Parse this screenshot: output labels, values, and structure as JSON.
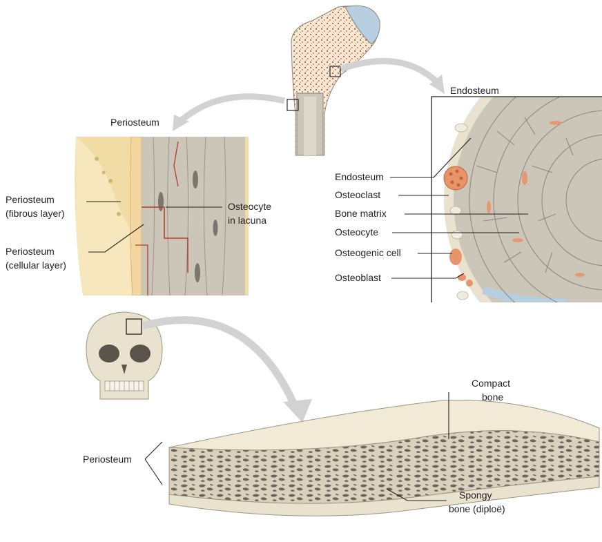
{
  "labels": {
    "periosteum_top": "Periosteum",
    "endosteum_top": "Endosteum",
    "periosteum_fibrous_1": "Periosteum",
    "periosteum_fibrous_2": "(fibrous layer)",
    "periosteum_cellular_1": "Periosteum",
    "periosteum_cellular_2": "(cellular layer)",
    "osteocyte_lacuna_1": "Osteocyte",
    "osteocyte_lacuna_2": "in lacuna",
    "endosteum": "Endosteum",
    "osteoclast": "Osteoclast",
    "bone_matrix": "Bone matrix",
    "osteocyte": "Osteocyte",
    "osteogenic_cell": "Osteogenic cell",
    "osteoblast": "Osteoblast",
    "compact_bone_1": "Compact",
    "compact_bone_2": "bone",
    "periosteum_bottom": "Periosteum",
    "spongy_bone_1": "Spongy",
    "spongy_bone_2": "bone (diploë)"
  },
  "colors": {
    "bone_pale": "#e8e2cf",
    "bone_gray": "#cbc6b8",
    "spongy_red": "#c0502a",
    "cartilage_blue": "#b7cfe0",
    "periosteum_yellow": "#f2dca6",
    "cell_orange": "#e8946b",
    "arrow_gray": "#d2d2d2",
    "line": "#231f20"
  }
}
